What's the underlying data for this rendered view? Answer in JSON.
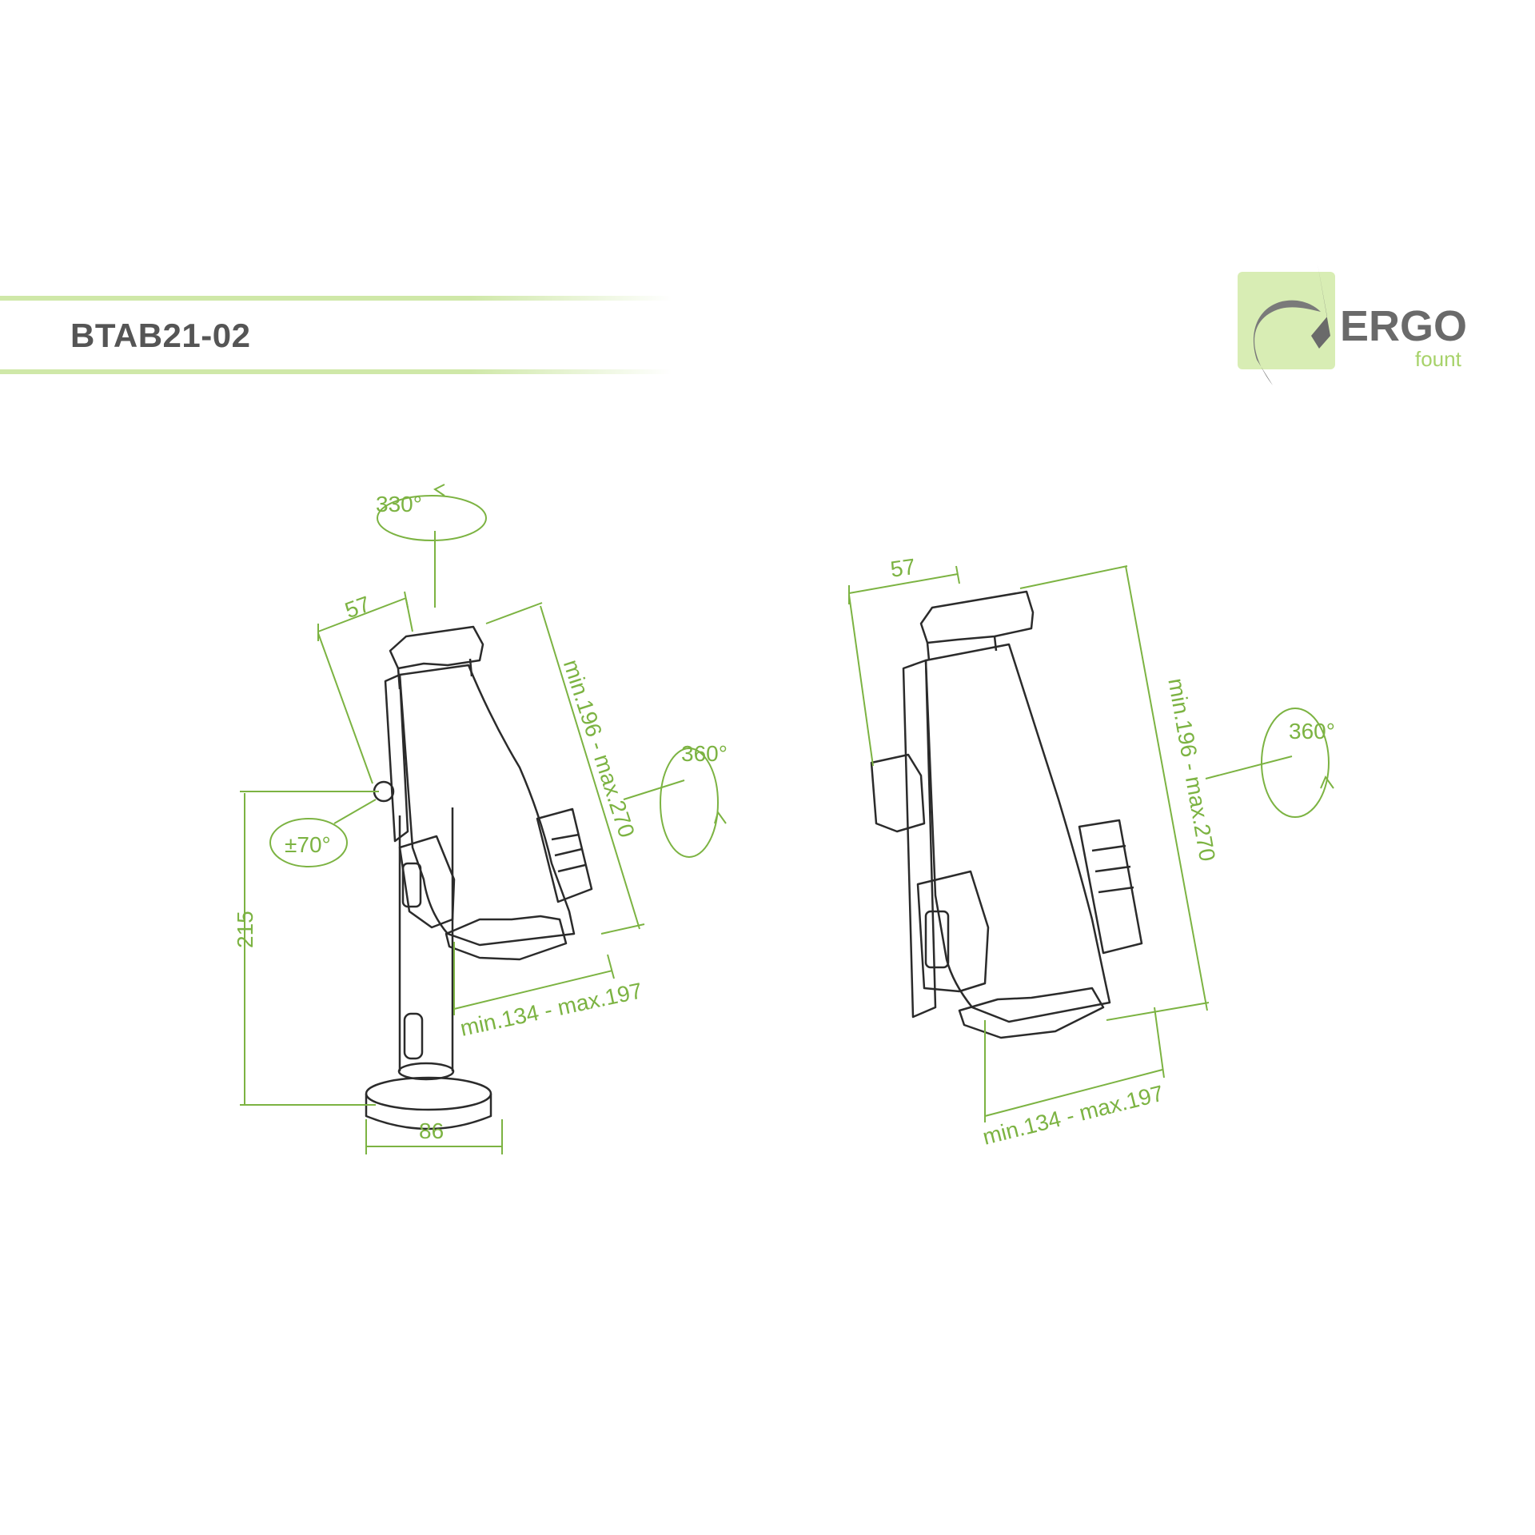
{
  "header": {
    "model": "BTAB21-02",
    "band_color": "#cfe8a8"
  },
  "logo": {
    "word": "ERGO",
    "sub": "fount",
    "square_color": "#d8edb4",
    "word_color": "#6a6a6a",
    "sub_color": "#a7d26a"
  },
  "colors": {
    "dimension": "#7cb342",
    "drawing": "#2b2b2b"
  },
  "left_view": {
    "rotation_top": "330°",
    "rotation_side": "360°",
    "tilt": "±70°",
    "clamp_depth": "57",
    "height_range": "min.196 - max.270",
    "width_range": "min.134 - max.197",
    "total_height": "215",
    "base_diameter": "86"
  },
  "right_view": {
    "clamp_depth": "57",
    "rotation_side": "360°",
    "height_range": "min.196 - max.270",
    "width_range": "min.134 - max.197"
  }
}
